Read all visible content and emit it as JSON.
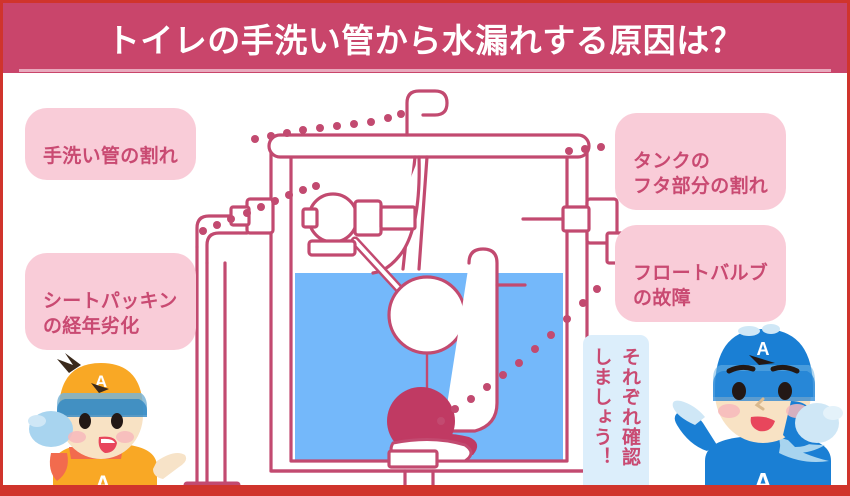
{
  "header": {
    "title": "トイレの手洗い管から水漏れする原因は？",
    "background_color": "#c9456b",
    "text_color": "#ffffff"
  },
  "page": {
    "border_color": "#d0342c",
    "background_color": "#ffffff"
  },
  "callouts": [
    {
      "id": "handwash-pipe-crack",
      "label": "手洗い管の割れ",
      "side": "left"
    },
    {
      "id": "seat-packing-aging",
      "label": "シートパッキン\nの経年劣化",
      "side": "left"
    },
    {
      "id": "tank-lid-crack",
      "label": "タンクの\nフタ部分の割れ",
      "side": "right"
    },
    {
      "id": "float-valve-failure",
      "label": "フロートバルブ\nの故障",
      "side": "right"
    }
  ],
  "callout_style": {
    "background_color": "#f9ccd8",
    "text_color": "#c94a72",
    "dot_color": "#c24a70"
  },
  "note": {
    "text": "それぞれ確認\nしましょう！",
    "background_color": "#dceefb",
    "text_color": "#c94a72"
  },
  "diagram": {
    "name": "toilet-tank-cutaway",
    "line_color": "#c24a70",
    "water_color": "#74b8fa",
    "float_valve_color": "#c03a63",
    "fill_color": "#ffffff",
    "parts": [
      "tank-lid",
      "handwash-spout",
      "tank-body",
      "water",
      "ball-cock-float",
      "supply-valve",
      "refill-tube",
      "overflow-tube",
      "float-valve",
      "flush-lever",
      "supply-pipe",
      "drain-pipe"
    ]
  },
  "characters": [
    {
      "id": "character-left",
      "helmet_color": "#f5a623",
      "helmet_mark": "A",
      "suit_color": "#f5a623",
      "suit_mark": "A",
      "scarf_color": "#f26b4e"
    },
    {
      "id": "character-right",
      "helmet_color": "#1a7fd4",
      "helmet_mark": "A",
      "suit_color": "#1a7fd4",
      "suit_mark": "A",
      "scarf_color": "#a8d4ef"
    }
  ]
}
